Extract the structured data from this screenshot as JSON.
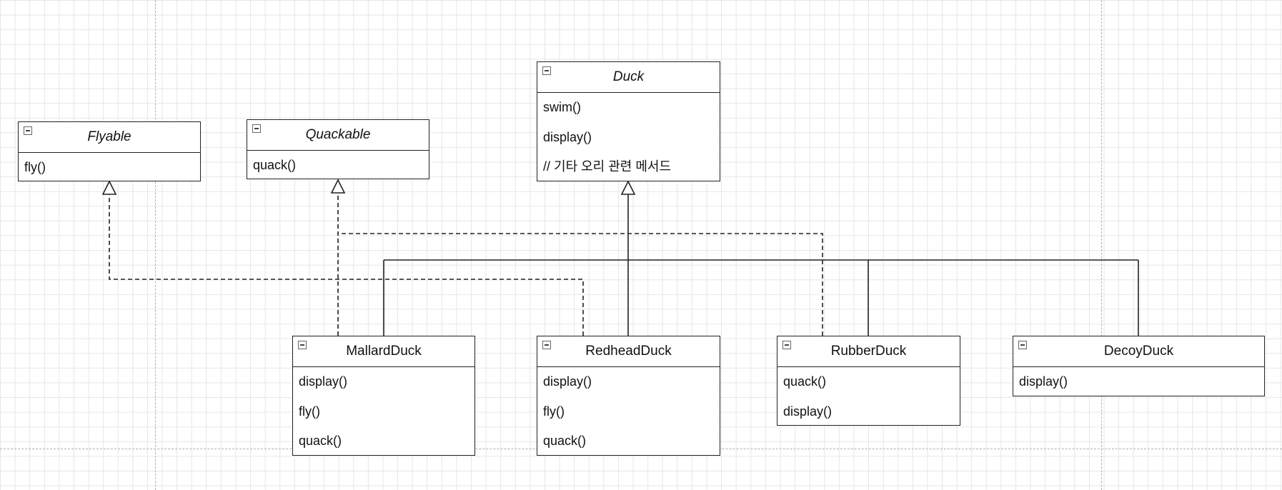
{
  "diagram": {
    "classes": {
      "duck": {
        "name": "Duck",
        "operations": [
          "swim()",
          "display()",
          "// 기타 오리 관련 메서드"
        ]
      },
      "flyable": {
        "name": "Flyable",
        "operations": [
          "fly()"
        ]
      },
      "quackable": {
        "name": "Quackable",
        "operations": [
          "quack()"
        ]
      },
      "mallard": {
        "name": "MallardDuck",
        "operations": [
          "display()",
          "fly()",
          "quack()"
        ]
      },
      "redhead": {
        "name": "RedheadDuck",
        "operations": [
          "display()",
          "fly()",
          "quack()"
        ]
      },
      "rubber": {
        "name": "RubberDuck",
        "operations": [
          "quack()",
          "display()"
        ]
      },
      "decoy": {
        "name": "DecoyDuck",
        "operations": [
          "display()"
        ]
      }
    },
    "relations": [
      {
        "kind": "generalization",
        "from": "MallardDuck",
        "to": "Duck"
      },
      {
        "kind": "generalization",
        "from": "RedheadDuck",
        "to": "Duck"
      },
      {
        "kind": "generalization",
        "from": "RubberDuck",
        "to": "Duck"
      },
      {
        "kind": "generalization",
        "from": "DecoyDuck",
        "to": "Duck"
      },
      {
        "kind": "realization",
        "from": "MallardDuck",
        "to": "Quackable"
      },
      {
        "kind": "realization",
        "from": "RedheadDuck",
        "to": "Flyable"
      },
      {
        "kind": "realization",
        "from": "RubberDuck",
        "to": "Quackable"
      }
    ],
    "colors": {
      "line": "#222222",
      "grid": "#e6e6e6",
      "page_break": "#b0b0b0"
    }
  }
}
